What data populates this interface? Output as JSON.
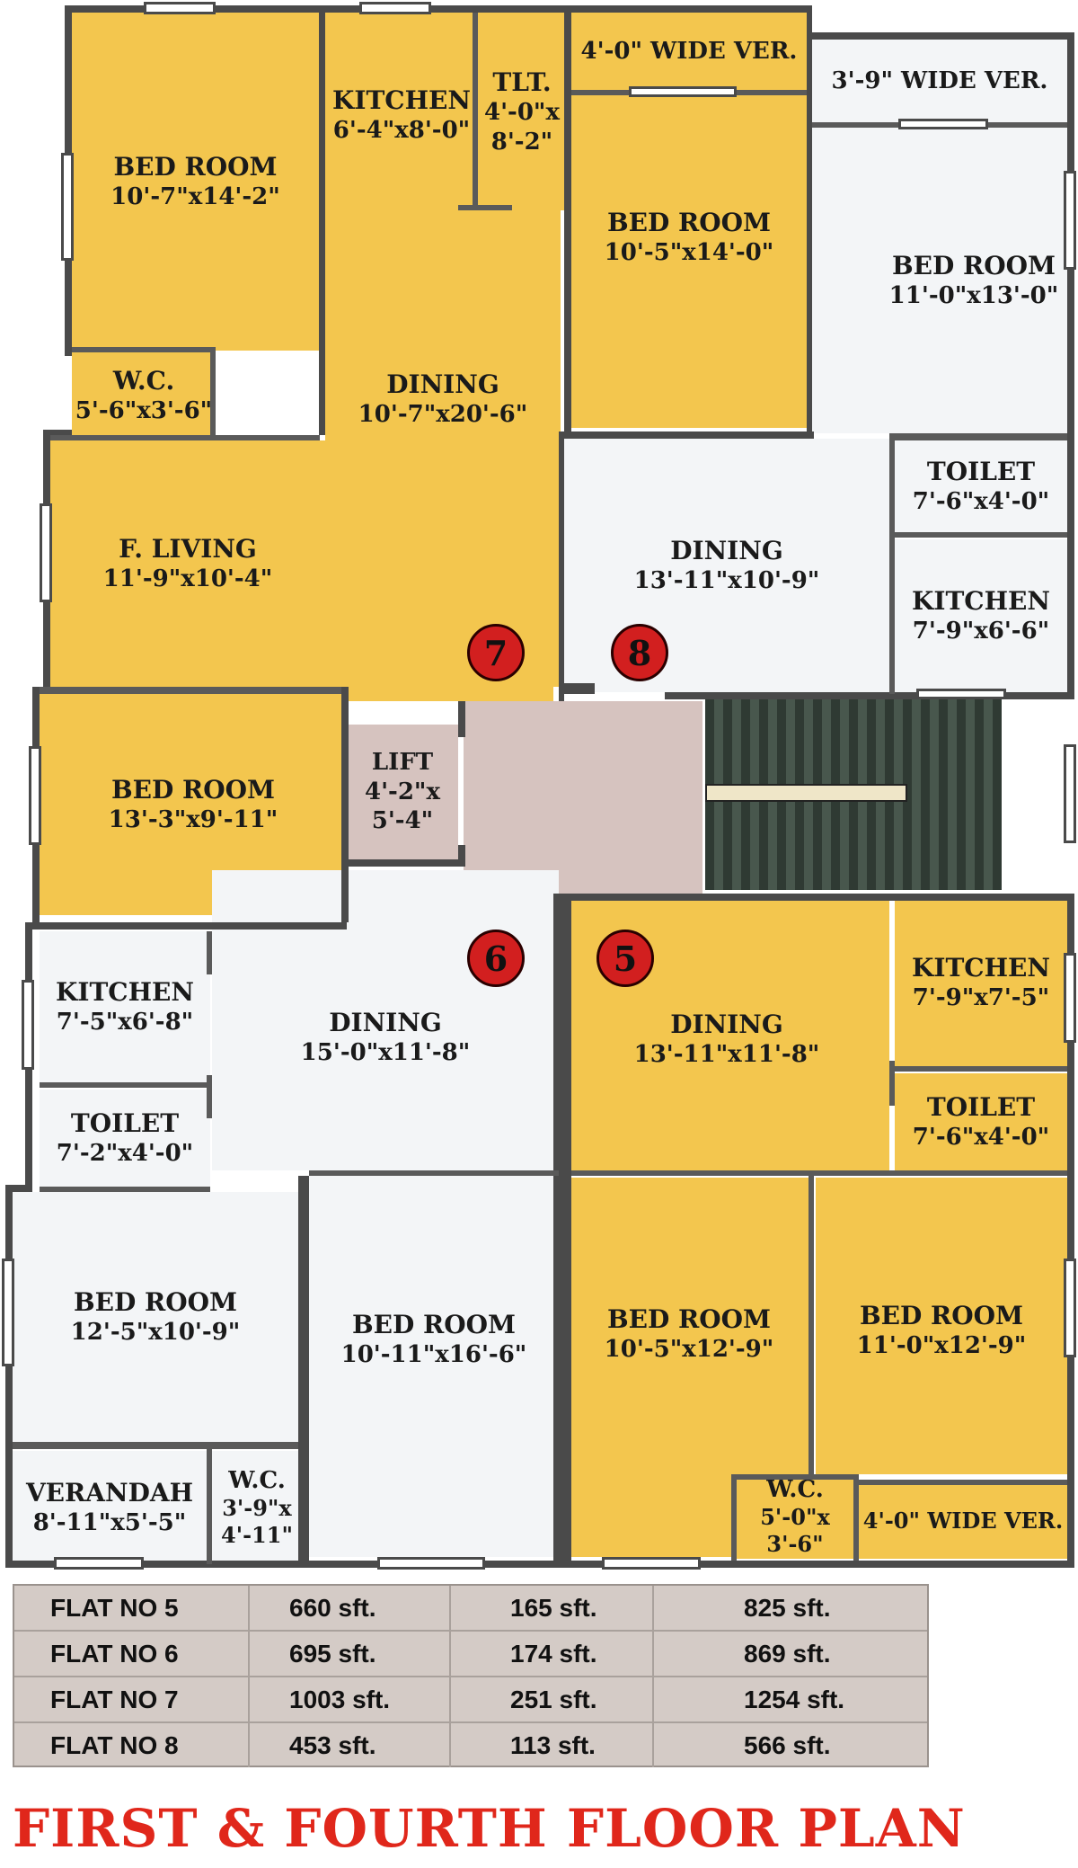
{
  "rooms": {
    "f7_bed1": {
      "name": "BED ROOM",
      "dim": "10'-7\"x14'-2\""
    },
    "f7_kitchen": {
      "name": "KITCHEN",
      "dim": "6'-4\"x8'-0\""
    },
    "f7_tlt": {
      "name": "TLT.",
      "dim": "4'-0\"x\n8'-2\""
    },
    "f7_wide_ver": {
      "name": "4'-0\" WIDE VER."
    },
    "f7_bed2": {
      "name": "BED ROOM",
      "dim": "10'-5\"x14'-0\""
    },
    "f7_wc": {
      "name": "W.C.",
      "dim": "5'-6\"x3'-6\""
    },
    "f7_dining": {
      "name": "DINING",
      "dim": "10'-7\"x20'-6\""
    },
    "f7_living": {
      "name": "F. LIVING",
      "dim": "11'-9\"x10'-4\""
    },
    "f7_bed3": {
      "name": "BED ROOM",
      "dim": "13'-3\"x9'-11\""
    },
    "f8_wide_ver": {
      "name": "3'-9\" WIDE VER."
    },
    "f8_bed": {
      "name": "BED ROOM",
      "dim": "11'-0\"x13'-0\""
    },
    "f8_toilet": {
      "name": "TOILET",
      "dim": "7'-6\"x4'-0\""
    },
    "f8_dining": {
      "name": "DINING",
      "dim": "13'-11\"x10'-9\""
    },
    "f8_kitchen": {
      "name": "KITCHEN",
      "dim": "7'-9\"x6'-6\""
    },
    "lift": {
      "name": "LIFT",
      "dim": "4'-2\"x\n5'-4\""
    },
    "f6_kitchen": {
      "name": "KITCHEN",
      "dim": "7'-5\"x6'-8\""
    },
    "f6_dining": {
      "name": "DINING",
      "dim": "15'-0\"x11'-8\""
    },
    "f6_toilet": {
      "name": "TOILET",
      "dim": "7'-2\"x4'-0\""
    },
    "f6_bed1": {
      "name": "BED ROOM",
      "dim": "12'-5\"x10'-9\""
    },
    "f6_bed2": {
      "name": "BED ROOM",
      "dim": "10'-11\"x16'-6\""
    },
    "f6_verandah": {
      "name": "VERANDAH",
      "dim": "8'-11\"x5'-5\""
    },
    "f6_wc": {
      "name": "W.C.",
      "dim": "3'-9\"x\n4'-11\""
    },
    "f5_dining": {
      "name": "DINING",
      "dim": "13'-11\"x11'-8\""
    },
    "f5_kitchen": {
      "name": "KITCHEN",
      "dim": "7'-9\"x7'-5\""
    },
    "f5_toilet": {
      "name": "TOILET",
      "dim": "7'-6\"x4'-0\""
    },
    "f5_bed1": {
      "name": "BED ROOM",
      "dim": "10'-5\"x12'-9\""
    },
    "f5_bed2": {
      "name": "BED ROOM",
      "dim": "11'-0\"x12'-9\""
    },
    "f5_wc": {
      "name": "W.C.",
      "dim": "5'-0\"x\n3'-6\""
    },
    "f5_wide_ver": {
      "name": "4'-0\" WIDE VER."
    }
  },
  "flat_badges": {
    "b7": "7",
    "b8": "8",
    "b6": "6",
    "b5": "5"
  },
  "area_table": [
    {
      "flat": "FLAT NO 5",
      "carpet": "660 sft.",
      "common": "165 sft.",
      "total": "825 sft."
    },
    {
      "flat": "FLAT NO 6",
      "carpet": "695 sft.",
      "common": "174 sft.",
      "total": "869 sft."
    },
    {
      "flat": "FLAT NO 7",
      "carpet": "1003 sft.",
      "common": "251 sft.",
      "total": "1254 sft."
    },
    {
      "flat": "FLAT NO 8",
      "carpet": "453 sft.",
      "common": "113 sft.",
      "total": "566 sft."
    }
  ],
  "title": "FIRST & FOURTH FLOOR PLAN",
  "colors": {
    "flat_yellow": "#f3c64e",
    "flat_white": "#f3f5f7",
    "lift": "#d6c3bf",
    "title_red": "#e0271b",
    "badge_red": "#d21f1f"
  }
}
